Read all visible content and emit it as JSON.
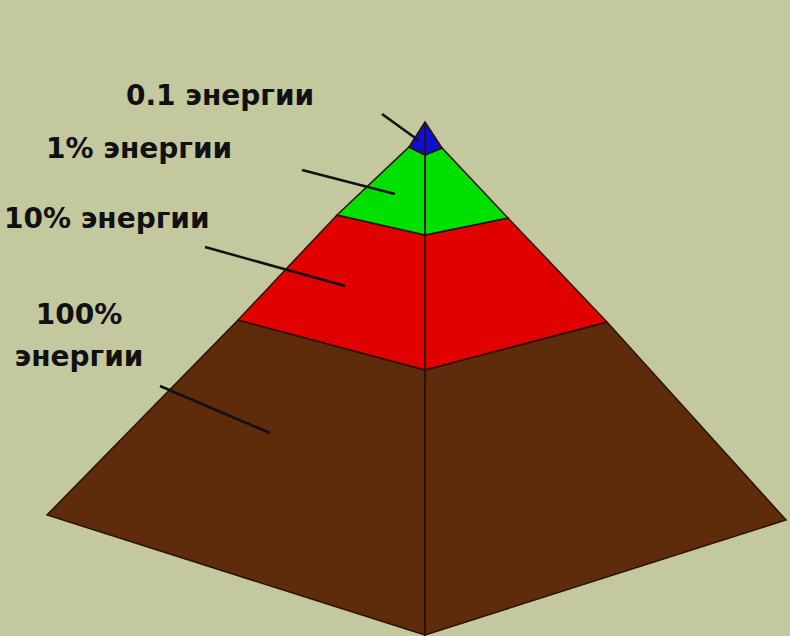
{
  "diagram": {
    "labels": [
      "0.1 энергии",
      "1% энергии",
      "10% энергии",
      "100% энергии"
    ]
  }
}
